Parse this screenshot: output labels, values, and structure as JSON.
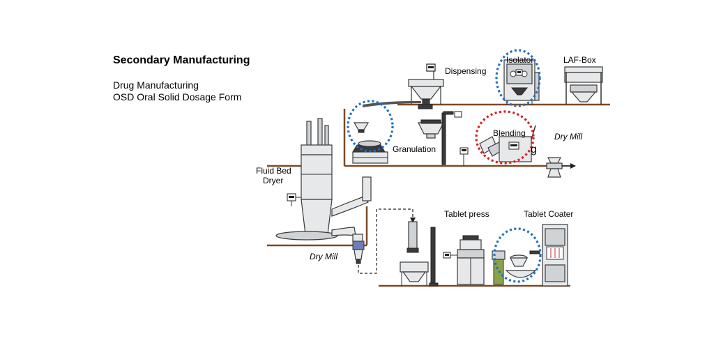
{
  "header": {
    "title": "Secondary Manufacturing",
    "subtitle_line1": "Drug Manufacturing",
    "subtitle_line2": "OSD Oral Solid Dosage Form"
  },
  "labels": {
    "dispensing": "Dispensing",
    "isolator": "Isolator",
    "laf_box": "LAF-Box",
    "granulation": "Granulation",
    "blending": "Blending",
    "dry_mill_top": "Dry Mill",
    "fluid_bed_1": "Fluid Bed",
    "fluid_bed_2": "Dryer",
    "dry_mill_bottom": "Dry Mill",
    "tablet_press": "Tablet press",
    "tablet_coater": "Tablet Coater",
    "blending_stray": "g"
  },
  "colors": {
    "shelf": "#7a4a24",
    "highlight_blue": "#1f6fc0",
    "highlight_red": "#d81e1e"
  }
}
